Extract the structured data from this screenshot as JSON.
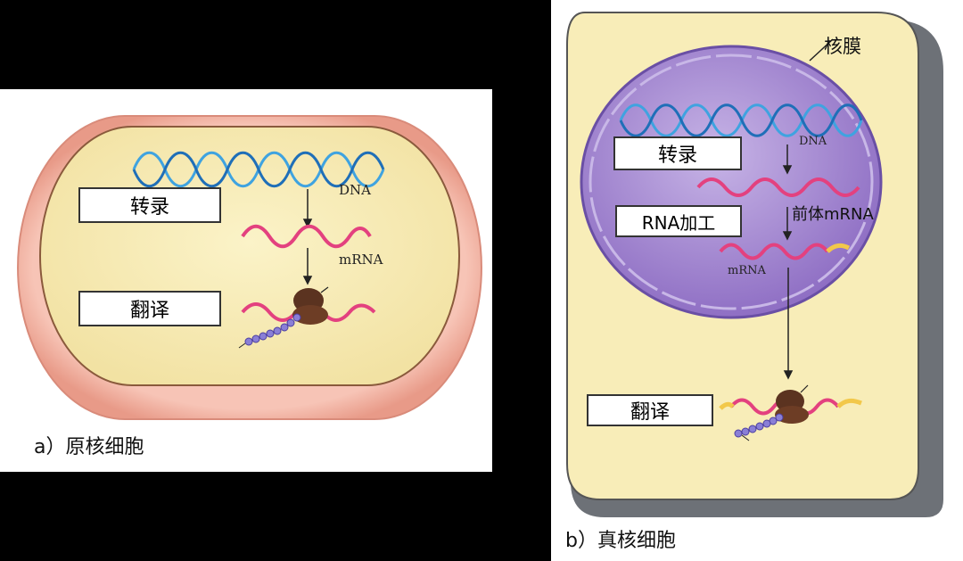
{
  "panel_a": {
    "transcription_label": "转录",
    "translation_label": "翻译",
    "dna_label": "DNA",
    "mrna_label": "mRNA",
    "caption": "a）原核细胞"
  },
  "panel_b": {
    "nuclear_envelope_label": "核膜",
    "transcription_label": "转录",
    "dna_label": "DNA",
    "rna_processing_label": "RNA加工",
    "pre_mrna_label": "前体mRNA",
    "mrna_label": "mRNA",
    "translation_label": "翻译",
    "caption": "b）真核细胞"
  },
  "colors": {
    "cell_wall_pink": "#f2b3a5",
    "cytoplasm_yellow": "#f8edb8",
    "nucleus_purple": "#a88bd0",
    "dna_blue": "#3fa3e0",
    "mrna_pink": "#e3417f",
    "ribosome_brown": "#5b3320",
    "peptide_purple": "#8a7fd6",
    "cell_shadow_gray": "#6d7177"
  }
}
